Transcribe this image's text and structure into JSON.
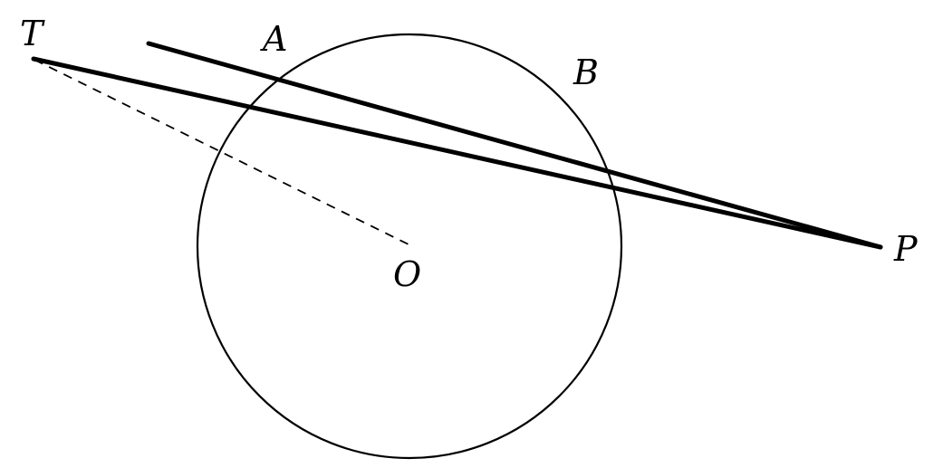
{
  "labels": {
    "T": "T",
    "A": "A",
    "B": "B",
    "O": "O",
    "P": "P"
  },
  "colors": {
    "stroke": "#000000",
    "background": "#ffffff"
  }
}
